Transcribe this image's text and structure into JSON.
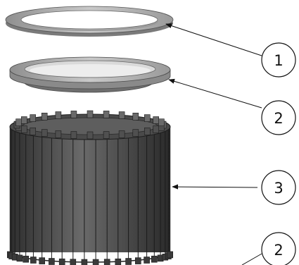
{
  "figure": {
    "description_colors": {
      "background": "#ffffff",
      "metal_light": "#c7c7c7",
      "metal_mid": "#9c9c9c",
      "metal_dark": "#5c5c5c",
      "rod_dark": "#3d3d3d",
      "line": "#111111"
    },
    "parts": [
      {
        "id": "ring-top",
        "icon": "flat-washer-ring"
      },
      {
        "id": "ring-flange",
        "icon": "flanged-ring"
      },
      {
        "id": "rod-cage",
        "icon": "cylindrical-rod-cage"
      },
      {
        "id": "ring-flange-bottom",
        "icon": "flanged-ring"
      }
    ],
    "balloons": [
      {
        "label": "1"
      },
      {
        "label": "2"
      },
      {
        "label": "3"
      },
      {
        "label": "2"
      }
    ]
  }
}
